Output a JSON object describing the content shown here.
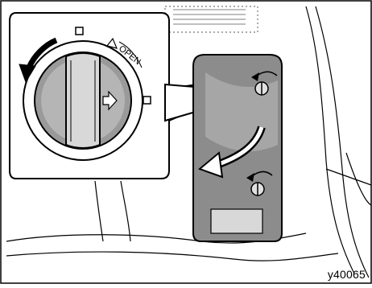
{
  "illustration": {
    "dial_label": "OPEN",
    "figure_code": "y40065",
    "icons": [
      "closed-indicator-square",
      "open-indicator-square",
      "rotate-left-arrow",
      "detent-arrow",
      "screw-turn-arrow",
      "slide-down-arrow"
    ]
  }
}
